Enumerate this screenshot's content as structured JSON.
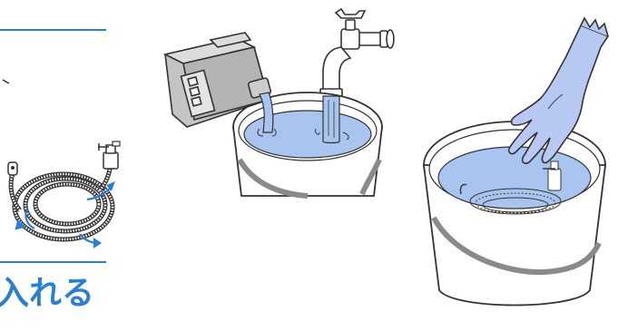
{
  "caption": "入れる",
  "colors": {
    "accent": "#2a7fd0",
    "water": "#a9c4ee",
    "glove": "#b7c9f2",
    "bucket_handle": "#8a8a8a",
    "outline": "#333333"
  },
  "illustrations": {
    "panel_1": "hose",
    "panel_2": "detergent-bottle-and-faucet",
    "panel_3": "gloved-hand-in-bucket"
  }
}
